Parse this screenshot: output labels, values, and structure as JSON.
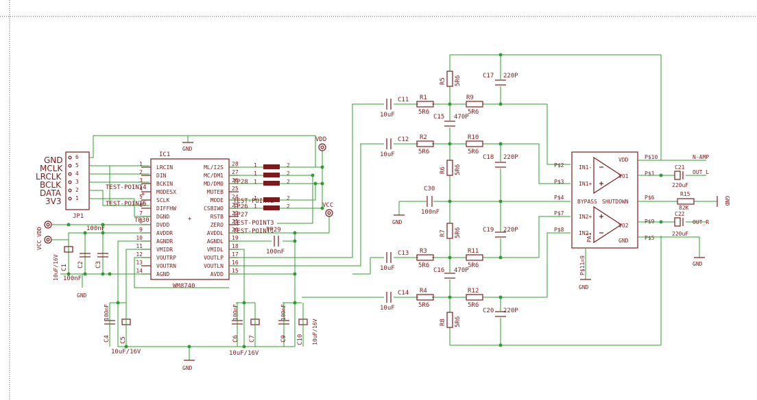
{
  "jp1": {
    "ref": "JP1",
    "pins": [
      "6",
      "5",
      "4",
      "3",
      "2",
      "1"
    ],
    "signals": [
      "GND",
      "MCLK",
      "LRCLK",
      "BCLK",
      "DATA",
      "3V3"
    ]
  },
  "ic1": {
    "ref": "IC1",
    "part": "WM8740",
    "left_pins": [
      {
        "num": "1",
        "name": "LRCIN"
      },
      {
        "num": "2",
        "name": "DIN"
      },
      {
        "num": "3",
        "name": "BCKIN"
      },
      {
        "num": "4",
        "name": "MODESX"
      },
      {
        "num": "5",
        "name": "SCLK"
      },
      {
        "num": "6",
        "name": "DIFFHW"
      },
      {
        "num": "7",
        "name": "DGND"
      },
      {
        "num": "8",
        "name": "DVDD"
      },
      {
        "num": "9",
        "name": "AVDDR"
      },
      {
        "num": "10",
        "name": "AGNDR"
      },
      {
        "num": "11",
        "name": "VMIDR"
      },
      {
        "num": "12",
        "name": "VOUTRP"
      },
      {
        "num": "13",
        "name": "VOUTRN"
      },
      {
        "num": "14",
        "name": "AGND"
      }
    ],
    "right_pins": [
      {
        "num": "28",
        "name": "ML/I2S"
      },
      {
        "num": "27",
        "name": "MC/DM1"
      },
      {
        "num": "26",
        "name": "MD/DM0"
      },
      {
        "num": "25",
        "name": "MUTEB"
      },
      {
        "num": "24",
        "name": "MODE"
      },
      {
        "num": "23",
        "name": "CSBIWO"
      },
      {
        "num": "22",
        "name": "RSTB"
      },
      {
        "num": "21",
        "name": "ZERO"
      },
      {
        "num": "20",
        "name": "AVDDL"
      },
      {
        "num": "19",
        "name": "AGNDL"
      },
      {
        "num": "18",
        "name": "VMIDL"
      },
      {
        "num": "17",
        "name": "VOUTLP"
      },
      {
        "num": "16",
        "name": "VOUTLN"
      },
      {
        "num": "15",
        "name": "AVDD"
      }
    ]
  },
  "labels": {
    "vdd": "VDD",
    "vcc": "VCC",
    "gnd": "GND",
    "vcc_vdd": "VCC VDD",
    "tp_test_point4": "TEST-POINT4",
    "tp_test_point5": "TEST-POINT5",
    "tp_test_point2": "TEST-POINT2",
    "tp_test_point3": "TEST-POINT3",
    "tp_test_point1": "TEST-POINT1",
    "tp28": "TP28",
    "tp26": "TP26",
    "tp27": "TP27",
    "tp30": "TP30",
    "tp29": "TP29",
    "one": "1",
    "two": "2"
  },
  "caps_left": {
    "c1": "C1",
    "c1v": "10uF/16V",
    "c2": "C2",
    "c3": "C3",
    "c3v": "100nF",
    "c_top": "100nF",
    "c_bot": "100nF",
    "c4": "C4",
    "c4v": "100nF",
    "c5": "C5",
    "c5v": "10uF/16V",
    "c6": "C6",
    "c6v": "100nF",
    "c7": "C7",
    "c7v": "10uF/16V",
    "c9": "C9",
    "c9v": "100nF",
    "c10": "C10",
    "c10v": "10uF/16V",
    "c8v": "100nF"
  },
  "filter": {
    "c11": "C11",
    "c12": "C12",
    "c13": "C13",
    "c14": "C14",
    "cin_val": "10uF",
    "r1": "R1",
    "r2": "R2",
    "r3": "R3",
    "r4": "R4",
    "rval": "5R6",
    "r5": "R5",
    "r6": "R6",
    "r7": "R7",
    "r8": "R8",
    "r9": "R9",
    "r10": "R10",
    "r11": "R11",
    "r12": "R12",
    "c15": "C15",
    "c16": "C16",
    "c15v": "470P",
    "c17": "C17",
    "c18": "C18",
    "c19": "C19",
    "c20": "C20",
    "cv220": "220P",
    "c30": "C30",
    "c30v": "100nF"
  },
  "amp": {
    "ref": "PA1",
    "pins_left": [
      "P$2",
      "P$3",
      "P$4",
      "P$7",
      "P$8"
    ],
    "pins_right": [
      "P$10",
      "P$1",
      "P$6",
      "P$9",
      "P$5"
    ],
    "inner_left": [
      "IN1-",
      "IN1+",
      "IN2+",
      "IN2-"
    ],
    "vdd": "VDD",
    "vo1": "VO1",
    "vo2": "VO2",
    "gnd": "GND",
    "bypass": "BYPASS",
    "shutdown": "SHUTDOWN",
    "p11": "P$11=9",
    "nx_amp": "N-AMP",
    "out_l": "OUT_L",
    "out_r": "OUT_R",
    "c21": "C21",
    "c22": "C22",
    "c21v": "220uF",
    "r15": "R15",
    "r15v": "82K",
    "gnd_right": "GND"
  }
}
